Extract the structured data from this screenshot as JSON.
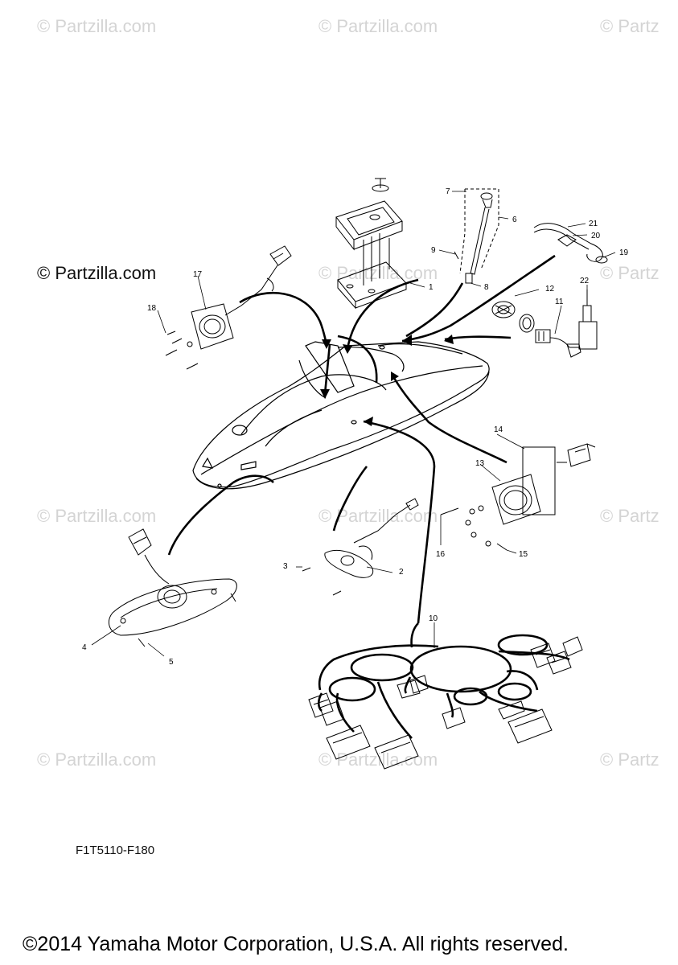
{
  "watermarks": [
    "© Partzilla.com",
    "© Partzilla.com",
    "© Partz",
    "© Partzilla.com",
    "© Partzilla.com",
    "© Partz",
    "© Partzilla.com",
    "© Partzilla.com",
    "© Partz",
    "© Partzilla.com",
    "© Partzilla.com",
    "© Partz"
  ],
  "brand_label": "© Partzilla.com",
  "diagram_code": "F1T5110-F180",
  "copyright": "©2014 Yamaha Motor Corporation, U.S.A. All rights reserved.",
  "callouts": [
    "1",
    "2",
    "3",
    "4",
    "5",
    "6",
    "7",
    "8",
    "9",
    "10",
    "11",
    "12",
    "13",
    "14",
    "15",
    "16",
    "17",
    "18",
    "19",
    "20",
    "21",
    "22"
  ]
}
